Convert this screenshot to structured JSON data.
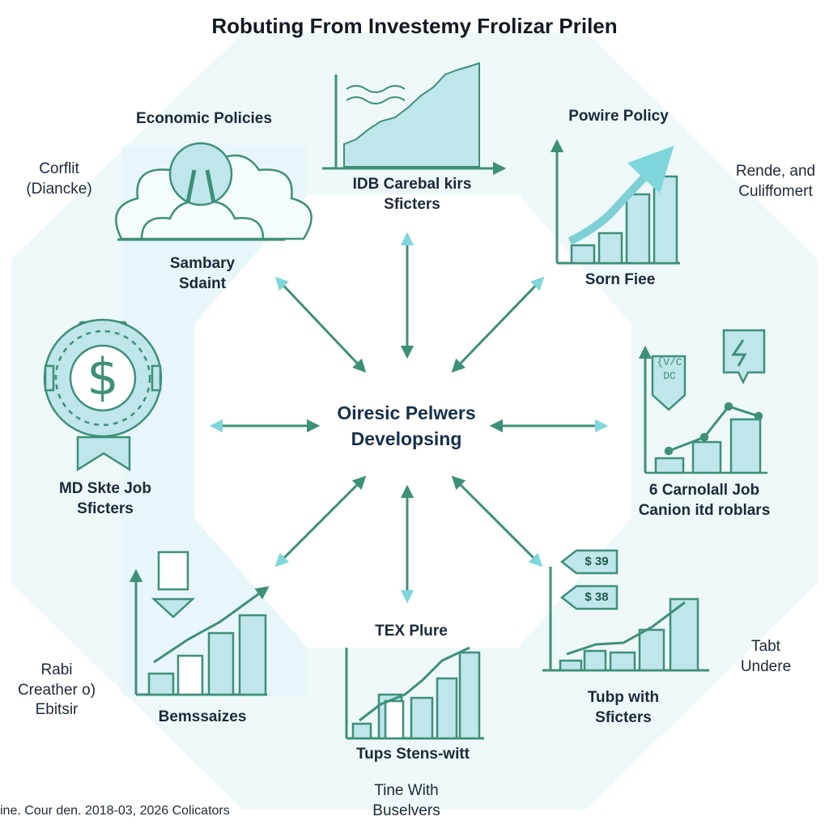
{
  "title": "Robuting From Investemy Frolizar Prilen",
  "center": {
    "line1": "Oiresic Pelwers",
    "line2": "Developsing"
  },
  "colors": {
    "teal_dark": "#3e8f7a",
    "teal_light": "#bfe6ea",
    "teal_mid": "#7fd0d4",
    "arrow_tip": "#7fd6dc",
    "bg_shape": "#eef8fa",
    "text": "#1b2a3a"
  },
  "nodes": {
    "economic_policies": {
      "heading": "Economic Policies",
      "caption_line1": "Sambary",
      "caption_line2": "Sdaint",
      "icon": "brain-lightbulb-icon"
    },
    "top_chart": {
      "line1": "IDB Carebal kirs",
      "line2": "Sficters",
      "icon": "area-chart-icon"
    },
    "powire_policy": {
      "heading": "Powire Policy",
      "caption": "Sorn Fiee",
      "icon": "growth-bar-chart-icon"
    },
    "right_chart": {
      "line1": "6 Carnolall Job",
      "line2": "Canion itd roblars",
      "icon": "line-bar-chart-icon",
      "box_text": "{V/C DC"
    },
    "bottom_right_chart": {
      "line1": "Tubp with",
      "line2": "Sficters",
      "icon": "money-chart-icon",
      "tag1": "$ 39",
      "tag2": "$ 38"
    },
    "bottom_chart": {
      "heading": "TEX Plure",
      "caption": "Tups Stens-witt",
      "icon": "bar-line-chart-icon"
    },
    "bottom_left_chart": {
      "caption": "Bemssaizes",
      "icon": "arrow-bar-chart-icon"
    },
    "left_badge": {
      "line1": "MD Skte Job",
      "line2": "Sficters",
      "icon": "dollar-badge-icon",
      "symbol": "$"
    }
  },
  "side_labels": {
    "top_left": {
      "line1": "Corflit",
      "line2": "(Diancke)"
    },
    "top_right": {
      "line1": "Rende, and",
      "line2": "Culiffomert"
    },
    "bottom_left": {
      "line1": "Rabi",
      "line2": "Creather o)",
      "line3": "Ebitsir"
    },
    "bottom_right": {
      "line1": "Tabt",
      "line2": "Undere"
    },
    "bottom_center": {
      "line1": "Tine With",
      "line2": "Buselvers"
    }
  },
  "footer": "ine. Cour den. 2018-03, 2026 Colicators"
}
